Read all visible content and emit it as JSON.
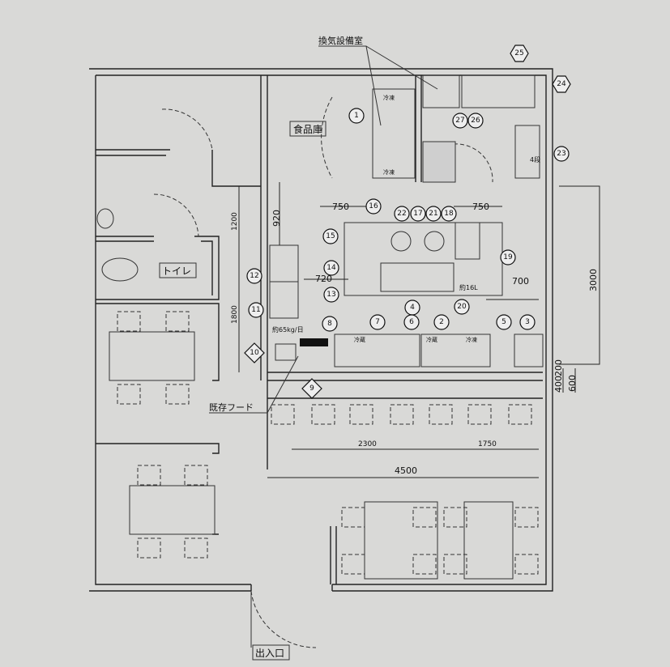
{
  "title_note": "換気設備室",
  "rooms": {
    "pantry": "食品庫",
    "toilet": "トイレ",
    "entrance": "出入口"
  },
  "notes": {
    "existing_hood": "既存フード",
    "capacity": "約65kg/日",
    "fryer": "約16L",
    "rack": "4段",
    "fridge": "冷蔵",
    "freezer": "冷凍"
  },
  "dimensions": {
    "d750a": "750",
    "d750b": "750",
    "d920": "920",
    "d1200": "1200",
    "d1800": "1800",
    "d720": "720",
    "d700": "700",
    "d3000": "3000",
    "d400": "400",
    "d200": "200",
    "d600": "600",
    "d2300": "2300",
    "d1750": "1750",
    "d4500": "4500"
  },
  "callouts": [
    "1",
    "2",
    "3",
    "4",
    "5",
    "6",
    "7",
    "8",
    "9",
    "10",
    "11",
    "12",
    "13",
    "14",
    "15",
    "16",
    "17",
    "18",
    "19",
    "20",
    "21",
    "22",
    "23",
    "24",
    "25",
    "26",
    "27"
  ]
}
